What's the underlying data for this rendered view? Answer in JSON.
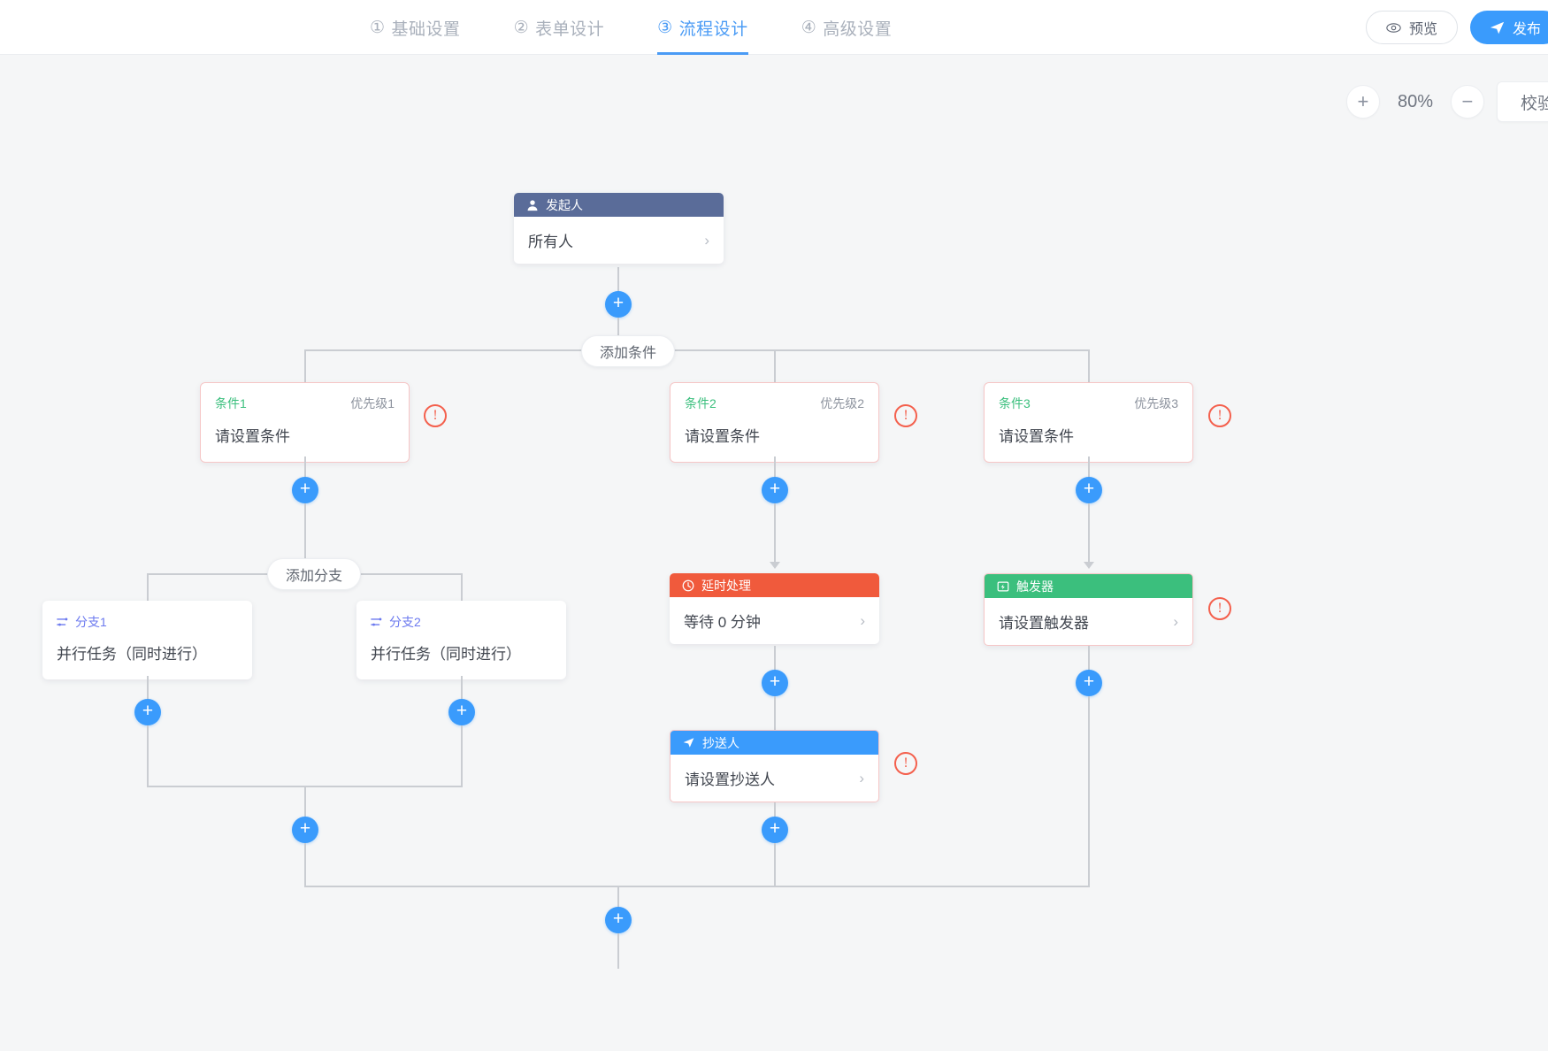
{
  "header": {
    "steps": [
      {
        "num": "①",
        "label": "基础设置",
        "active": false
      },
      {
        "num": "②",
        "label": "表单设计",
        "active": false
      },
      {
        "num": "③",
        "label": "流程设计",
        "active": true
      },
      {
        "num": "④",
        "label": "高级设置",
        "active": false
      }
    ],
    "preview_label": "预览",
    "publish_label": "发布",
    "preview_icon": "eye-icon",
    "publish_icon": "send-icon"
  },
  "toolbar": {
    "zoom_in": "+",
    "zoom_out": "−",
    "zoom_level": "80%",
    "validate_label": "校验流程"
  },
  "flow": {
    "start_node": {
      "icon": "user-icon",
      "title": "发起人",
      "value": "所有人",
      "chevron": "›"
    },
    "add_condition_label": "添加条件",
    "add_branch_label": "添加分支",
    "plus_label": "+",
    "warning_glyph": "!",
    "conditions": [
      {
        "name": "条件1",
        "priority": "优先级1",
        "value": "请设置条件"
      },
      {
        "name": "条件2",
        "priority": "优先级2",
        "value": "请设置条件"
      },
      {
        "name": "条件3",
        "priority": "优先级3",
        "value": "请设置条件"
      }
    ],
    "branches": [
      {
        "icon": "parallel-icon",
        "name": "分支1",
        "value": "并行任务（同时进行）"
      },
      {
        "icon": "parallel-icon",
        "name": "分支2",
        "value": "并行任务（同时进行）"
      }
    ],
    "delay_node": {
      "icon": "clock-icon",
      "title": "延时处理",
      "value": "等待 0 分钟",
      "chevron": "›"
    },
    "trigger_node": {
      "icon": "trigger-icon",
      "title": "触发器",
      "value": "请设置触发器",
      "chevron": "›"
    },
    "cc_node": {
      "icon": "send-icon",
      "title": "抄送人",
      "value": "请设置抄送人",
      "chevron": "›"
    }
  },
  "colors": {
    "accent": "#3a9bfc",
    "initiator": "#5a6c99",
    "delay": "#f05a3c",
    "trigger": "#3bbf7d",
    "cc": "#3a9bfc",
    "error": "#f4604d",
    "condition_name": "#3bbf7d",
    "branch_name": "#6b79ef",
    "line": "#cacdd2",
    "canvas_bg": "#f5f6f7"
  }
}
